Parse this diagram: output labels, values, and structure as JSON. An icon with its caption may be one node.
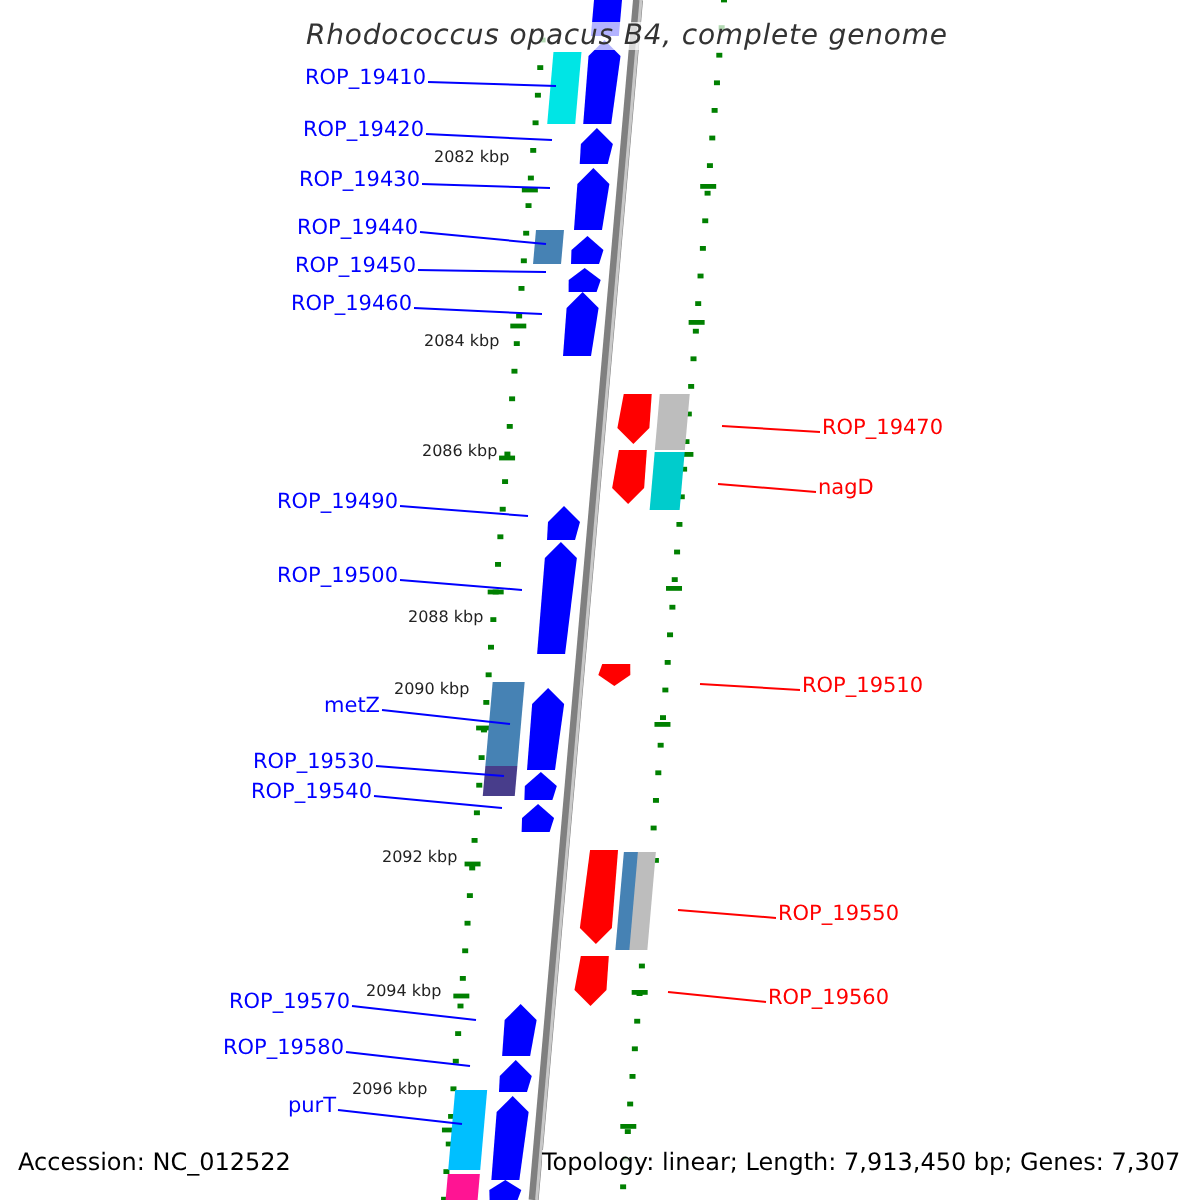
{
  "diagram": {
    "title": "Rhodococcus opacus B4, complete genome",
    "nodes": [
      {
        "text": [
          "ROP_19410"
        ]
      },
      {
        "text": [
          "ROP_19420"
        ]
      },
      {
        "text": [
          "ROP_19430"
        ]
      },
      {
        "text": [
          "ROP_19440"
        ]
      },
      {
        "text": [
          "ROP_19450"
        ]
      },
      {
        "text": [
          "ROP_19460"
        ]
      },
      {
        "text": [
          "ROP_19470"
        ]
      },
      {
        "text": [
          "nagD"
        ]
      },
      {
        "text": [
          "ROP_19490"
        ]
      },
      {
        "text": [
          "ROP_19500"
        ]
      },
      {
        "text": [
          "ROP_19510"
        ]
      },
      {
        "text": [
          "metZ"
        ]
      },
      {
        "text": [
          "ROP_19530"
        ]
      },
      {
        "text": [
          "ROP_19540"
        ]
      },
      {
        "text": [
          "ROP_19550"
        ]
      },
      {
        "text": [
          "ROP_19560"
        ]
      },
      {
        "text": [
          "ROP_19570"
        ]
      },
      {
        "text": [
          "ROP_19580"
        ]
      },
      {
        "text": [
          "purT"
        ]
      }
    ],
    "edges": [
      {
        "from": 0,
        "to": null,
        "arrow": "none"
      },
      {
        "from": 1,
        "to": null,
        "arrow": "none"
      },
      {
        "from": 2,
        "to": null,
        "arrow": "none"
      },
      {
        "from": 3,
        "to": null,
        "arrow": "none"
      },
      {
        "from": 4,
        "to": null,
        "arrow": "none"
      },
      {
        "from": 5,
        "to": null,
        "arrow": "none"
      },
      {
        "from": 6,
        "to": null,
        "arrow": "none",
        "color": "#ff0000"
      },
      {
        "from": 7,
        "to": null,
        "arrow": "none",
        "color": "#ff0000"
      },
      {
        "from": 8,
        "to": null,
        "arrow": "none"
      },
      {
        "from": 9,
        "to": null,
        "arrow": "none"
      },
      {
        "from": 10,
        "to": null,
        "arrow": "none",
        "color": "#ff0000"
      },
      {
        "from": 11,
        "to": null,
        "arrow": "none"
      },
      {
        "from": 12,
        "to": null,
        "arrow": "none"
      },
      {
        "from": 13,
        "to": null,
        "arrow": "none"
      },
      {
        "from": 14,
        "to": null,
        "arrow": "none",
        "color": "#ff0000"
      },
      {
        "from": 15,
        "to": null,
        "arrow": "none",
        "color": "#ff0000"
      },
      {
        "from": 16,
        "to": null,
        "arrow": "none"
      },
      {
        "from": 17,
        "to": null,
        "arrow": "none"
      },
      {
        "from": 18,
        "to": null,
        "arrow": "none"
      }
    ],
    "labels": [
      "2082 kbp",
      "2084 kbp",
      "2086 kbp",
      "2088 kbp",
      "2090 kbp",
      "2092 kbp",
      "2094 kbp",
      "2096 kbp",
      "Accession: NC_012522",
      "Topology: linear; Length: 7,913,450 bp; Genes: 7,307"
    ]
  }
}
